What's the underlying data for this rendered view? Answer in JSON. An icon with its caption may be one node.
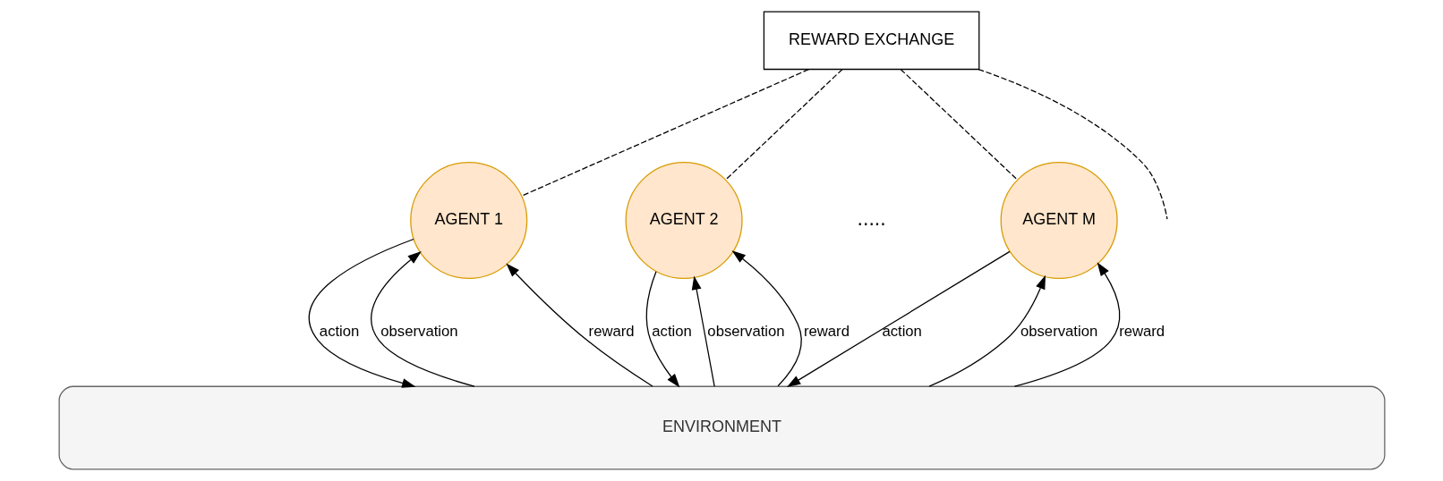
{
  "diagram": {
    "nodes": [
      {
        "text": [
          "REWARD EXCHANGE"
        ]
      },
      {
        "text": [
          "AGENT 1"
        ]
      },
      {
        "text": [
          "AGENT 2"
        ]
      },
      {
        "text": [
          "AGENT M"
        ]
      },
      {
        "text": [
          "ENVIRONMENT"
        ]
      }
    ],
    "edges": [
      {
        "from": 0,
        "to": 1,
        "arrow": "none",
        "style": "dashed"
      },
      {
        "from": 0,
        "to": 2,
        "arrow": "none",
        "style": "dashed"
      },
      {
        "from": 0,
        "to": null,
        "arrow": "none",
        "style": "dashed"
      },
      {
        "from": 0,
        "to": 3,
        "arrow": "none",
        "style": "dashed"
      },
      {
        "from": 4,
        "to": 1,
        "arrow": "to",
        "label": "observation"
      },
      {
        "from": 4,
        "to": 1,
        "arrow": "to",
        "label": "reward"
      },
      {
        "from": 1,
        "to": 4,
        "arrow": "to",
        "label": "action"
      },
      {
        "from": 4,
        "to": 2,
        "arrow": "to",
        "label": "observation"
      },
      {
        "from": 4,
        "to": 2,
        "arrow": "to",
        "label": "reward"
      },
      {
        "from": 2,
        "to": 4,
        "arrow": "to",
        "label": "action"
      },
      {
        "from": 4,
        "to": 3,
        "arrow": "to",
        "label": "observation"
      },
      {
        "from": 4,
        "to": 3,
        "arrow": "to",
        "label": "reward"
      },
      {
        "from": 3,
        "to": 4,
        "arrow": "to",
        "label": "action"
      }
    ],
    "labels": [
      "....."
    ]
  }
}
